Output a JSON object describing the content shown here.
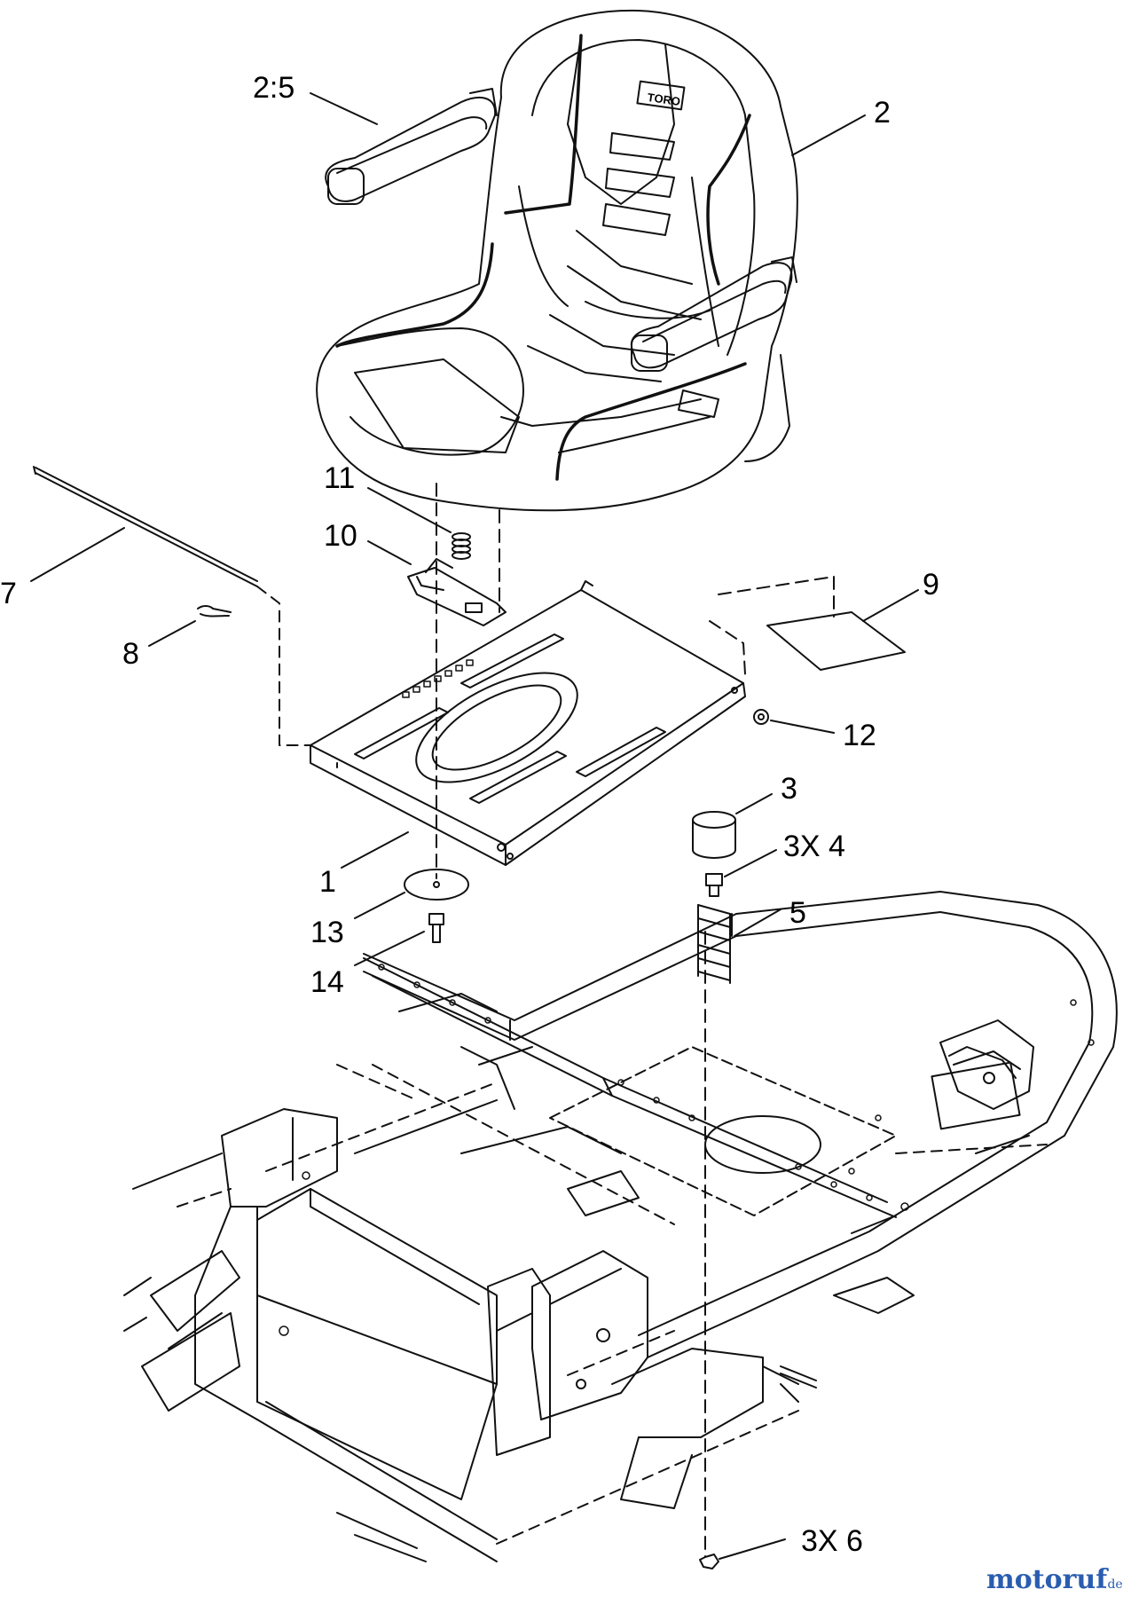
{
  "diagram": {
    "callouts": [
      {
        "id": "2-5",
        "text": "2:5"
      },
      {
        "id": "2",
        "text": "2"
      },
      {
        "id": "11",
        "text": "11"
      },
      {
        "id": "10",
        "text": "10"
      },
      {
        "id": "7",
        "text": "7"
      },
      {
        "id": "8",
        "text": "8"
      },
      {
        "id": "9",
        "text": "9"
      },
      {
        "id": "12",
        "text": "12"
      },
      {
        "id": "3",
        "text": "3"
      },
      {
        "id": "3x4",
        "text": "3X 4"
      },
      {
        "id": "5",
        "text": "5"
      },
      {
        "id": "1",
        "text": "1"
      },
      {
        "id": "13",
        "text": "13"
      },
      {
        "id": "14",
        "text": "14"
      },
      {
        "id": "3x6",
        "text": "3X 6"
      }
    ],
    "seat_logo": "TORO",
    "watermark": {
      "main": "motoruf",
      "suffix": ".de"
    }
  },
  "colors": {
    "line": "#111111",
    "background": "#ffffff",
    "watermark_blue": "#2a5db0",
    "watermark_red": "#d03030",
    "watermark_gold": "#c9a000",
    "watermark_green": "#2e8b3a"
  }
}
